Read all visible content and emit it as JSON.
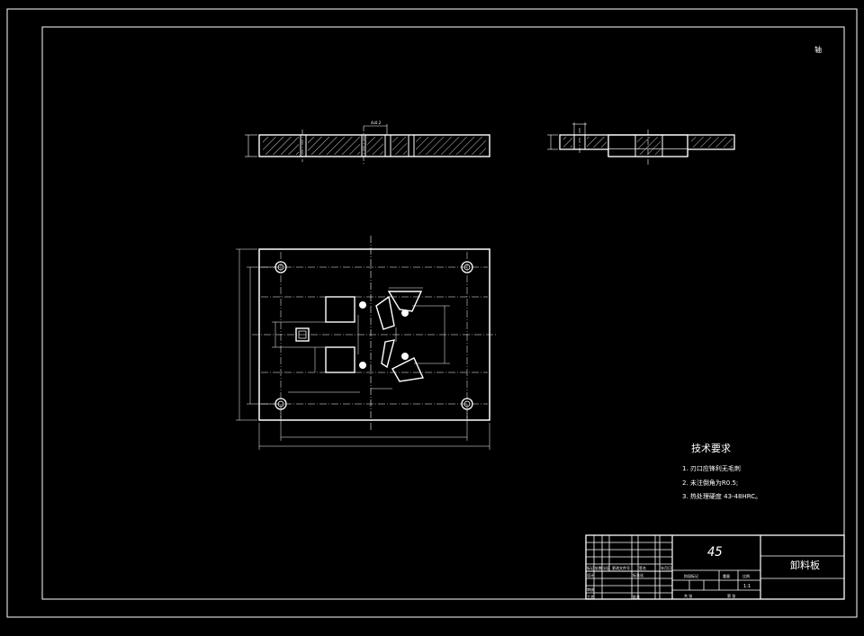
{
  "drawing": {
    "corner_label": "轴",
    "tech_requirements": {
      "title": "技术要求",
      "items": [
        "1. 刃口应锋利无毛刺",
        "2. 未注倒角为R0.5;",
        "3. 热处理硬度 43-48HRC。"
      ]
    },
    "title_block": {
      "material": "45",
      "part_name": "卸料板",
      "scale": "1:1",
      "labels": {
        "mark": "标记",
        "count": "处数",
        "zone": "分区",
        "doc_no": "更改文件号",
        "signature": "签名",
        "date": "年月日",
        "design": "设计",
        "standardize": "标准化",
        "stage_mark": "阶段标记",
        "weight": "重量",
        "scale_label": "比例",
        "review": "审核",
        "process": "工艺",
        "approve": "批准",
        "sheet_total": "共 张",
        "sheet_no": "第 张"
      }
    }
  }
}
